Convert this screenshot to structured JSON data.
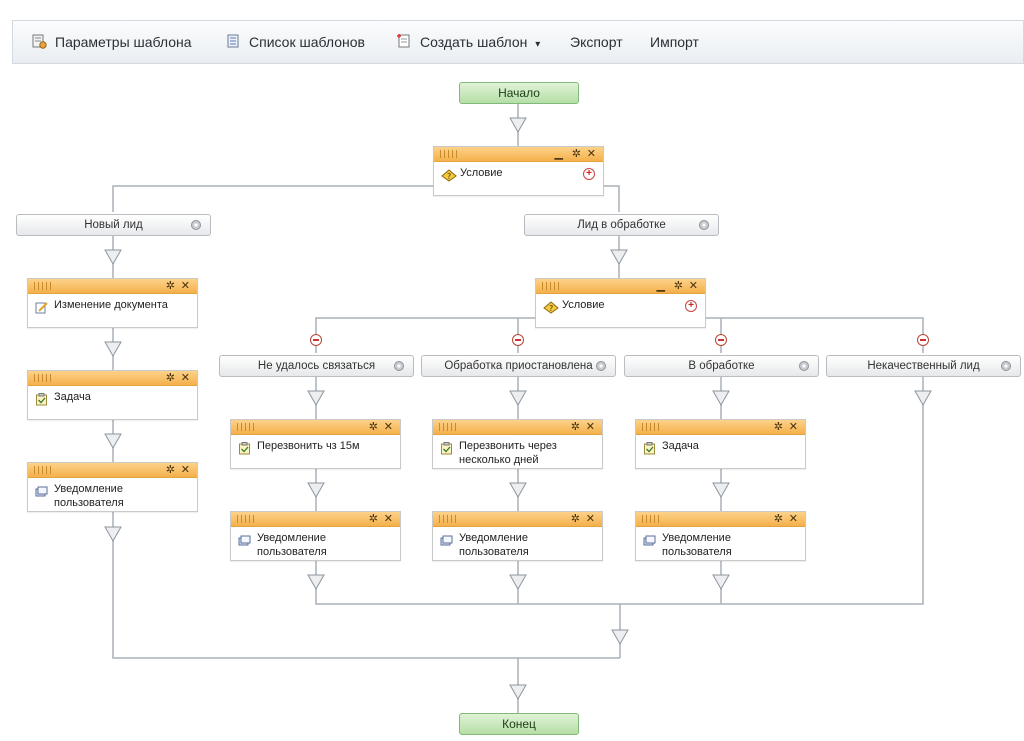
{
  "toolbar": {
    "items": [
      {
        "label": "Параметры шаблона",
        "icon": "template-params-icon"
      },
      {
        "label": "Список шаблонов",
        "icon": "template-list-icon"
      },
      {
        "label": "Создать шаблон",
        "icon": "create-template-icon",
        "dropdown": "▾"
      },
      {
        "label": "Экспорт"
      },
      {
        "label": "Импорт"
      }
    ]
  },
  "flow": {
    "start": "Начало",
    "end": "Конец",
    "condition1": {
      "label": "Условие"
    },
    "branches_top": [
      {
        "label": "Новый лид"
      },
      {
        "label": "Лид в обработке"
      }
    ],
    "left_column": [
      {
        "label": "Изменение документа",
        "icon": "edit-document-icon"
      },
      {
        "label": "Задача",
        "icon": "task-icon"
      },
      {
        "label": "Уведомление пользователя",
        "icon": "notification-icon"
      }
    ],
    "condition2": {
      "label": "Условие"
    },
    "branches_sub": [
      {
        "label": "Не удалось связаться"
      },
      {
        "label": "Обработка приостановлена"
      },
      {
        "label": "В обработке"
      },
      {
        "label": "Некачественный лид"
      }
    ],
    "sub_blocks": [
      [
        {
          "label": "Перезвонить чз 15м",
          "icon": "task-icon"
        },
        {
          "label": "Уведомление пользователя",
          "icon": "notification-icon"
        }
      ],
      [
        {
          "label": "Перезвонить через несколько дней",
          "icon": "task-icon"
        },
        {
          "label": "Уведомление пользователя",
          "icon": "notification-icon"
        }
      ],
      [
        {
          "label": "Задача",
          "icon": "task-icon"
        },
        {
          "label": "Уведомление пользователя",
          "icon": "notification-icon"
        }
      ]
    ]
  },
  "colors": {
    "block_header": "#f4b04c",
    "start_end": "#b6dfa6",
    "line": "#a9b0b8"
  }
}
